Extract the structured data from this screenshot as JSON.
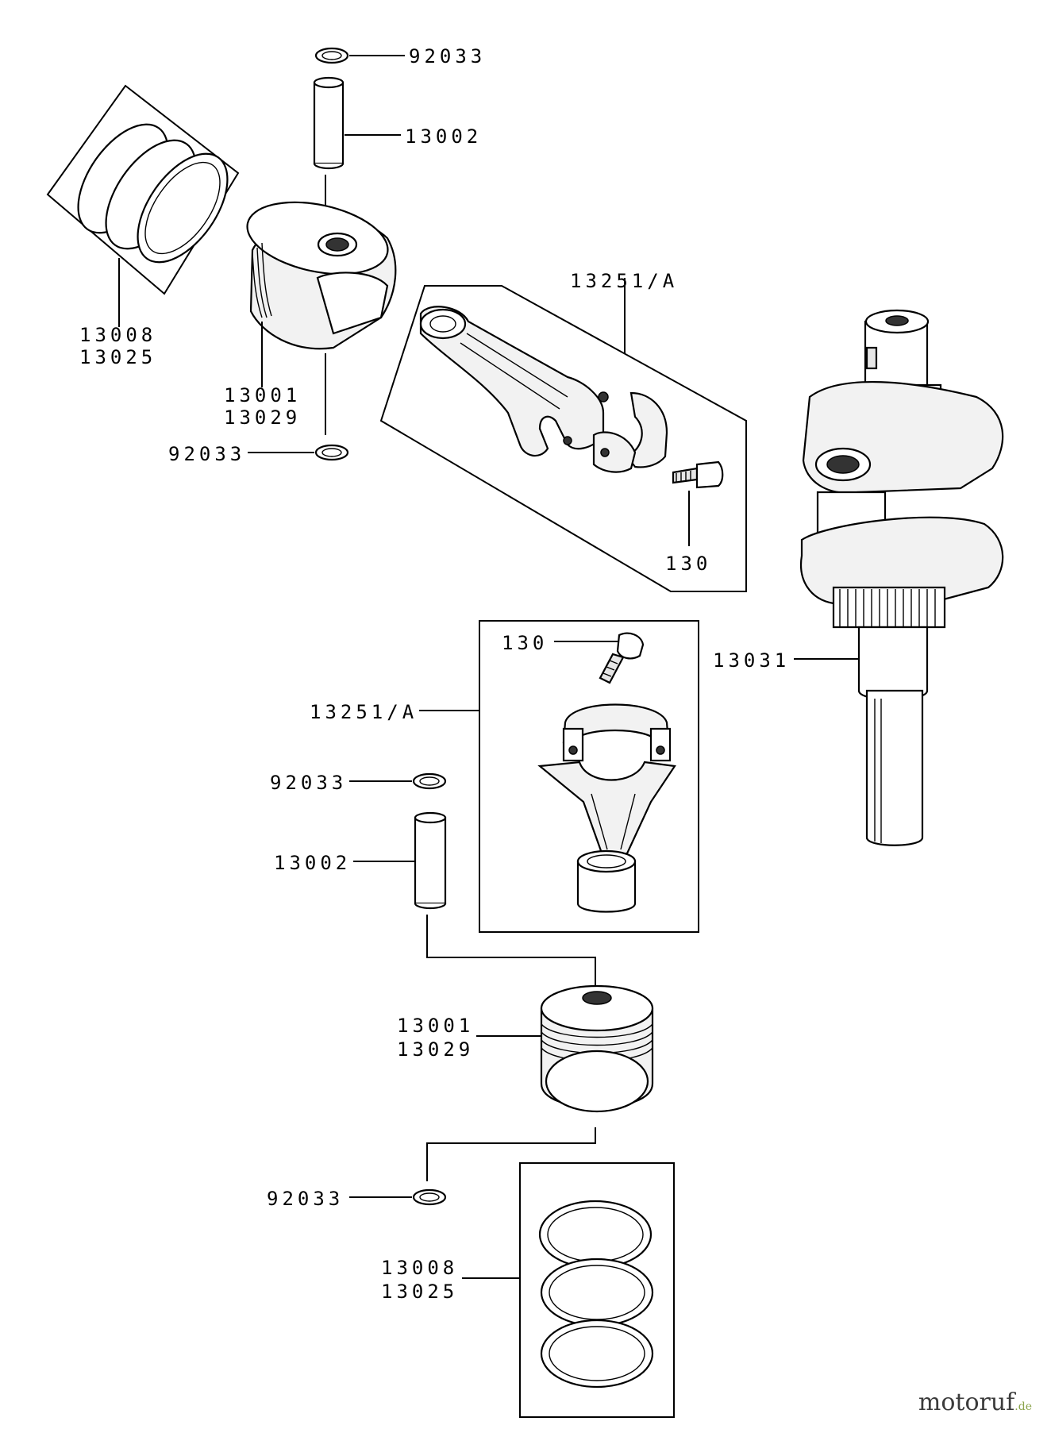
{
  "callouts": {
    "upper_retaining_ring": "92033",
    "upper_pin": "13002",
    "upper_rings_1": "13008",
    "upper_rings_2": "13025",
    "upper_piston_1": "13001",
    "upper_piston_2": "13029",
    "upper_lower_retaining_ring": "92033",
    "upper_conrod_assy": "13251/A",
    "upper_conrod_bolt": "130",
    "crankshaft": "13031",
    "lower_conrod_bolt": "130",
    "lower_conrod_assy": "13251/A",
    "lower_retaining_ring": "92033",
    "lower_pin": "13002",
    "lower_piston_1": "13001",
    "lower_piston_2": "13029",
    "lower_bottom_retaining_ring": "92033",
    "lower_rings_1": "13008",
    "lower_rings_2": "13025"
  },
  "watermark": {
    "brand": "motoruf",
    "suffix": ".de"
  }
}
